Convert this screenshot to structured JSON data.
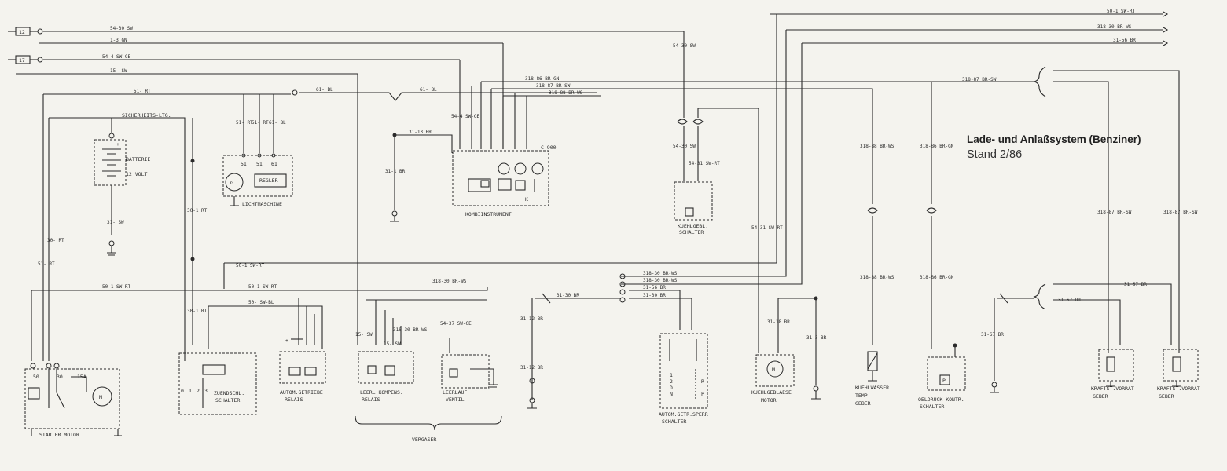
{
  "title": "Lade- und Anlaßsystem (Benziner)",
  "subtitle": "Stand 2/86",
  "edge_tags": [
    "12",
    "17"
  ],
  "components": {
    "battery": [
      "BATTERIE",
      "12 VOLT"
    ],
    "fuse_link": "SICHERHEITS-LTG.",
    "alternator": "LICHTMASCHINE",
    "regulator": "REGLER",
    "alternator_terminals": [
      "51",
      "51",
      "61"
    ],
    "instrument_cluster": "KOMBIINSTRUMENT",
    "instrument_code": "C-900",
    "instrument_pin": "K",
    "coolant_switch": [
      "KUEHLGEBL.",
      "SCHALTER"
    ],
    "starter": "STARTER MOTOR",
    "starter_fuse": "15A",
    "starter_terminals": [
      "50",
      "30"
    ],
    "ignition_switch": [
      "ZUENDSCHL.",
      "SCHALTER"
    ],
    "ignition_positions": [
      "0",
      "1",
      "2",
      "3"
    ],
    "auto_relay": [
      "AUTOM.GETRIEBE",
      "RELAIS"
    ],
    "idle_relay": [
      "LEERL.KOMPENS.",
      "RELAIS"
    ],
    "idle_valve": [
      "LEERLAUF",
      "VENTIL"
    ],
    "carburetor": "VERGASER",
    "inhibitor_switch": [
      "AUTOM.GETR.SPERR",
      "SCHALTER"
    ],
    "gear_positions": [
      "1",
      "2",
      "D",
      "N",
      "R",
      "P"
    ],
    "blower_motor": [
      "KUEHLGEBLAESE",
      "MOTOR"
    ],
    "temp_sender": [
      "KUEHLWASSER",
      "TEMP.",
      "GEBER"
    ],
    "oil_switch": [
      "OELDRUCK KONTR.",
      "SCHALTER"
    ],
    "oil_symbol": "P",
    "fuel_sender_1": [
      "KRAFTST.VORRAT",
      "GEBER"
    ],
    "fuel_sender_2": [
      "KRAFTST.VORRAT",
      "GEBER"
    ]
  },
  "wires": {
    "w1": "54-30 SW",
    "w2": "1-3 GN",
    "w3": "54-4 SW-GE",
    "w4": "15- SW",
    "w5": "51- RT",
    "w6": "61- BL",
    "w7": "61- BL",
    "w8": "318-86 BR-GN",
    "w9": "318-87 BR-SW",
    "w10": "318-88 BR-WS",
    "w11": "31-13 BR",
    "w12": "54-4 SW-GE",
    "w13": "31-1 BR",
    "w14": "51- RT",
    "w15": "51- RT",
    "w16": "61- BL",
    "w17": "30-1 RT",
    "w18": "30- RT",
    "w19": "51- RT",
    "w20": "31- SW",
    "w21": "50-1 SW-RT",
    "w22": "50-1 SW-RT",
    "w23": "50-1 SW-RT",
    "w24": "50- SW-BL",
    "w25": "318-30 BR-WS",
    "w26": "30-1 RT",
    "w27": "15- SW",
    "w28": "15- SW",
    "w29": "318-30 BR-WS",
    "w30": "54-37 SW-GE",
    "w31": "31-30 BR",
    "w32": "31-12 BR",
    "w33": "31-12 BR",
    "w34": "318-30 BR-WS",
    "w35": "318-30 BR-WS",
    "w36": "31-56 BR",
    "w37": "31-30 BR",
    "w38": "54-30 SW",
    "w39": "54-30 SW",
    "w40": "54-31 SW-RT",
    "w41": "54-31 SW-RT",
    "w42": "31-18 BR",
    "w43": "31-3 BR",
    "w44": "50-1 SW-RT",
    "w45": "318-30 BR-WS",
    "w46": "31-56 BR",
    "w47": "318-87 BR-SW",
    "w48": "318-88 BR-WS",
    "w49": "318-86 BR-GN",
    "w50": "318-88 BR-WS",
    "w51": "318-86 BR-GN",
    "w52": "31-67 BR",
    "w53": "31-67 BR",
    "w54": "31-67 BR",
    "w55": "318-87 BR-SW",
    "w56": "318-87 BR-SW"
  }
}
